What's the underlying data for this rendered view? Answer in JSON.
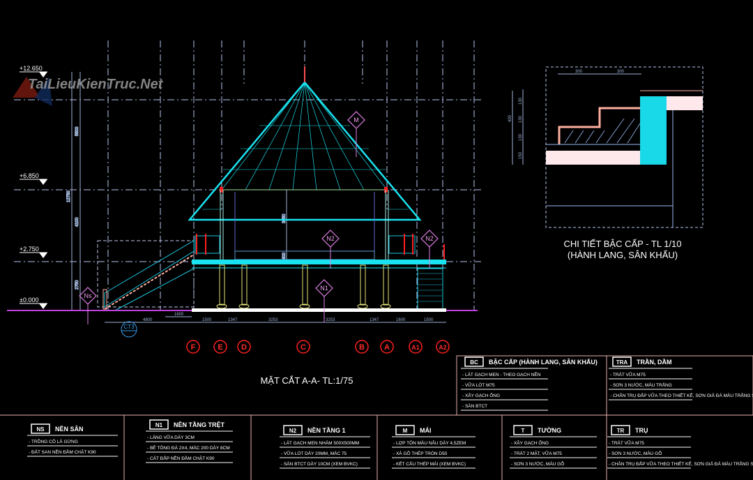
{
  "watermark": {
    "text": "TaiLieuKienTruc.Net"
  },
  "levels": [
    "+12.650",
    "+6.850",
    "+2.750",
    "±0.000"
  ],
  "vertical_dims": [
    "5800",
    "12750",
    "4100",
    "2750",
    "3650",
    "400"
  ],
  "horizontal_dims": [
    "4800",
    "1600",
    "1500",
    "1347",
    "3253",
    "3253",
    "1347",
    "1600",
    "1500"
  ],
  "axes": [
    "F",
    "E",
    "D",
    "C",
    "B",
    "A",
    "A1",
    "A2"
  ],
  "section_marker": "CT3",
  "tags": [
    "M",
    "N2",
    "N2",
    "N1",
    "Ns"
  ],
  "section_title": "MẶT CẮT A-A- TL:1/75",
  "detail": {
    "title": "CHI TIẾT BẬC CẤP - TL 1/10",
    "subtitle": "(HÀNH LANG, SÂN KHẤU)",
    "dims": [
      "300",
      "300",
      "400",
      "130",
      "130",
      "130",
      "150"
    ]
  },
  "colors": {
    "roof": "#19e3f0",
    "axis": "#ff2020",
    "tag": "#e080e8",
    "table_border": "#e8b0b0",
    "column": "#e6e67a"
  },
  "legends": [
    {
      "code": "NS",
      "title": "NỀN SÂN",
      "items": [
        "- TRỒNG CỎ LÁ GỪNG",
        "- ĐẤT SAN NỀN ĐẦM CHẶT K90"
      ]
    },
    {
      "code": "N1",
      "title": "NỀN TẦNG TRỆT",
      "items": [
        "- LÁNG VỮA DÀY 3CM",
        "- BÊ TÔNG ĐÁ 2X4, MÁC 200 DÀY 8CM",
        "- CÁT ĐẮP NỀN ĐẦM CHẶT K90"
      ]
    },
    {
      "code": "N2",
      "title": "NỀN TẦNG 1",
      "items": [
        "- LÁT GẠCH MEN NHÁM 500X500MM",
        "- VỮA LÓT DÀY 20MM, MÁC 75",
        "- SÀN BTCT DÀY 10CM (XEM BVKC)"
      ]
    },
    {
      "code": "M",
      "title": "MÁI",
      "items": [
        "- LỢP TÔN MÀU NÂU DÀY 4,5ZEM",
        "- XÀ GỒ THÉP TRÒN D50",
        "- KẾT CẤU THÉP MÁI (XEM BVKC)"
      ]
    },
    {
      "code": "T",
      "title": "TƯỜNG",
      "items": [
        "- XÂY GẠCH ỐNG",
        "- TRÁT 2 MẶT, VỮA M75",
        "- SƠN 3 NƯỚC, MÀU GỖ"
      ]
    },
    {
      "code": "TR",
      "title": "TRỤ",
      "items": [
        "- TRÁT VỮA M75",
        "- SƠN 3 NƯỚC, MÀU GỖ",
        "- CHÂN TRỤ ĐẮP VỮA THEO THIẾT KẾ, SƠN GIẢ ĐÁ MÀU TRẮNG SỮA"
      ]
    },
    {
      "code": "BC",
      "title": "BẬC CẤP (HÀNH LANG, SÂN KHẤU)",
      "items": [
        "- LÁT GẠCH MEN - THEO GẠCH NỀN",
        "- VỮA LÓT M75",
        "- XÂY GẠCH ỐNG",
        "- SÀN BTCT"
      ]
    },
    {
      "code": "TRA",
      "title": "TRẦN, DẦM",
      "items": [
        "- TRÁT VỮA M75",
        "- SƠN 3 NƯỚC, MÀU TRẮNG",
        "- CHÂN TRỤ ĐẮP VỮA THEO THIẾT KẾ, SƠN GIẢ ĐÁ MÀU TRẮNG SỮA"
      ]
    }
  ]
}
